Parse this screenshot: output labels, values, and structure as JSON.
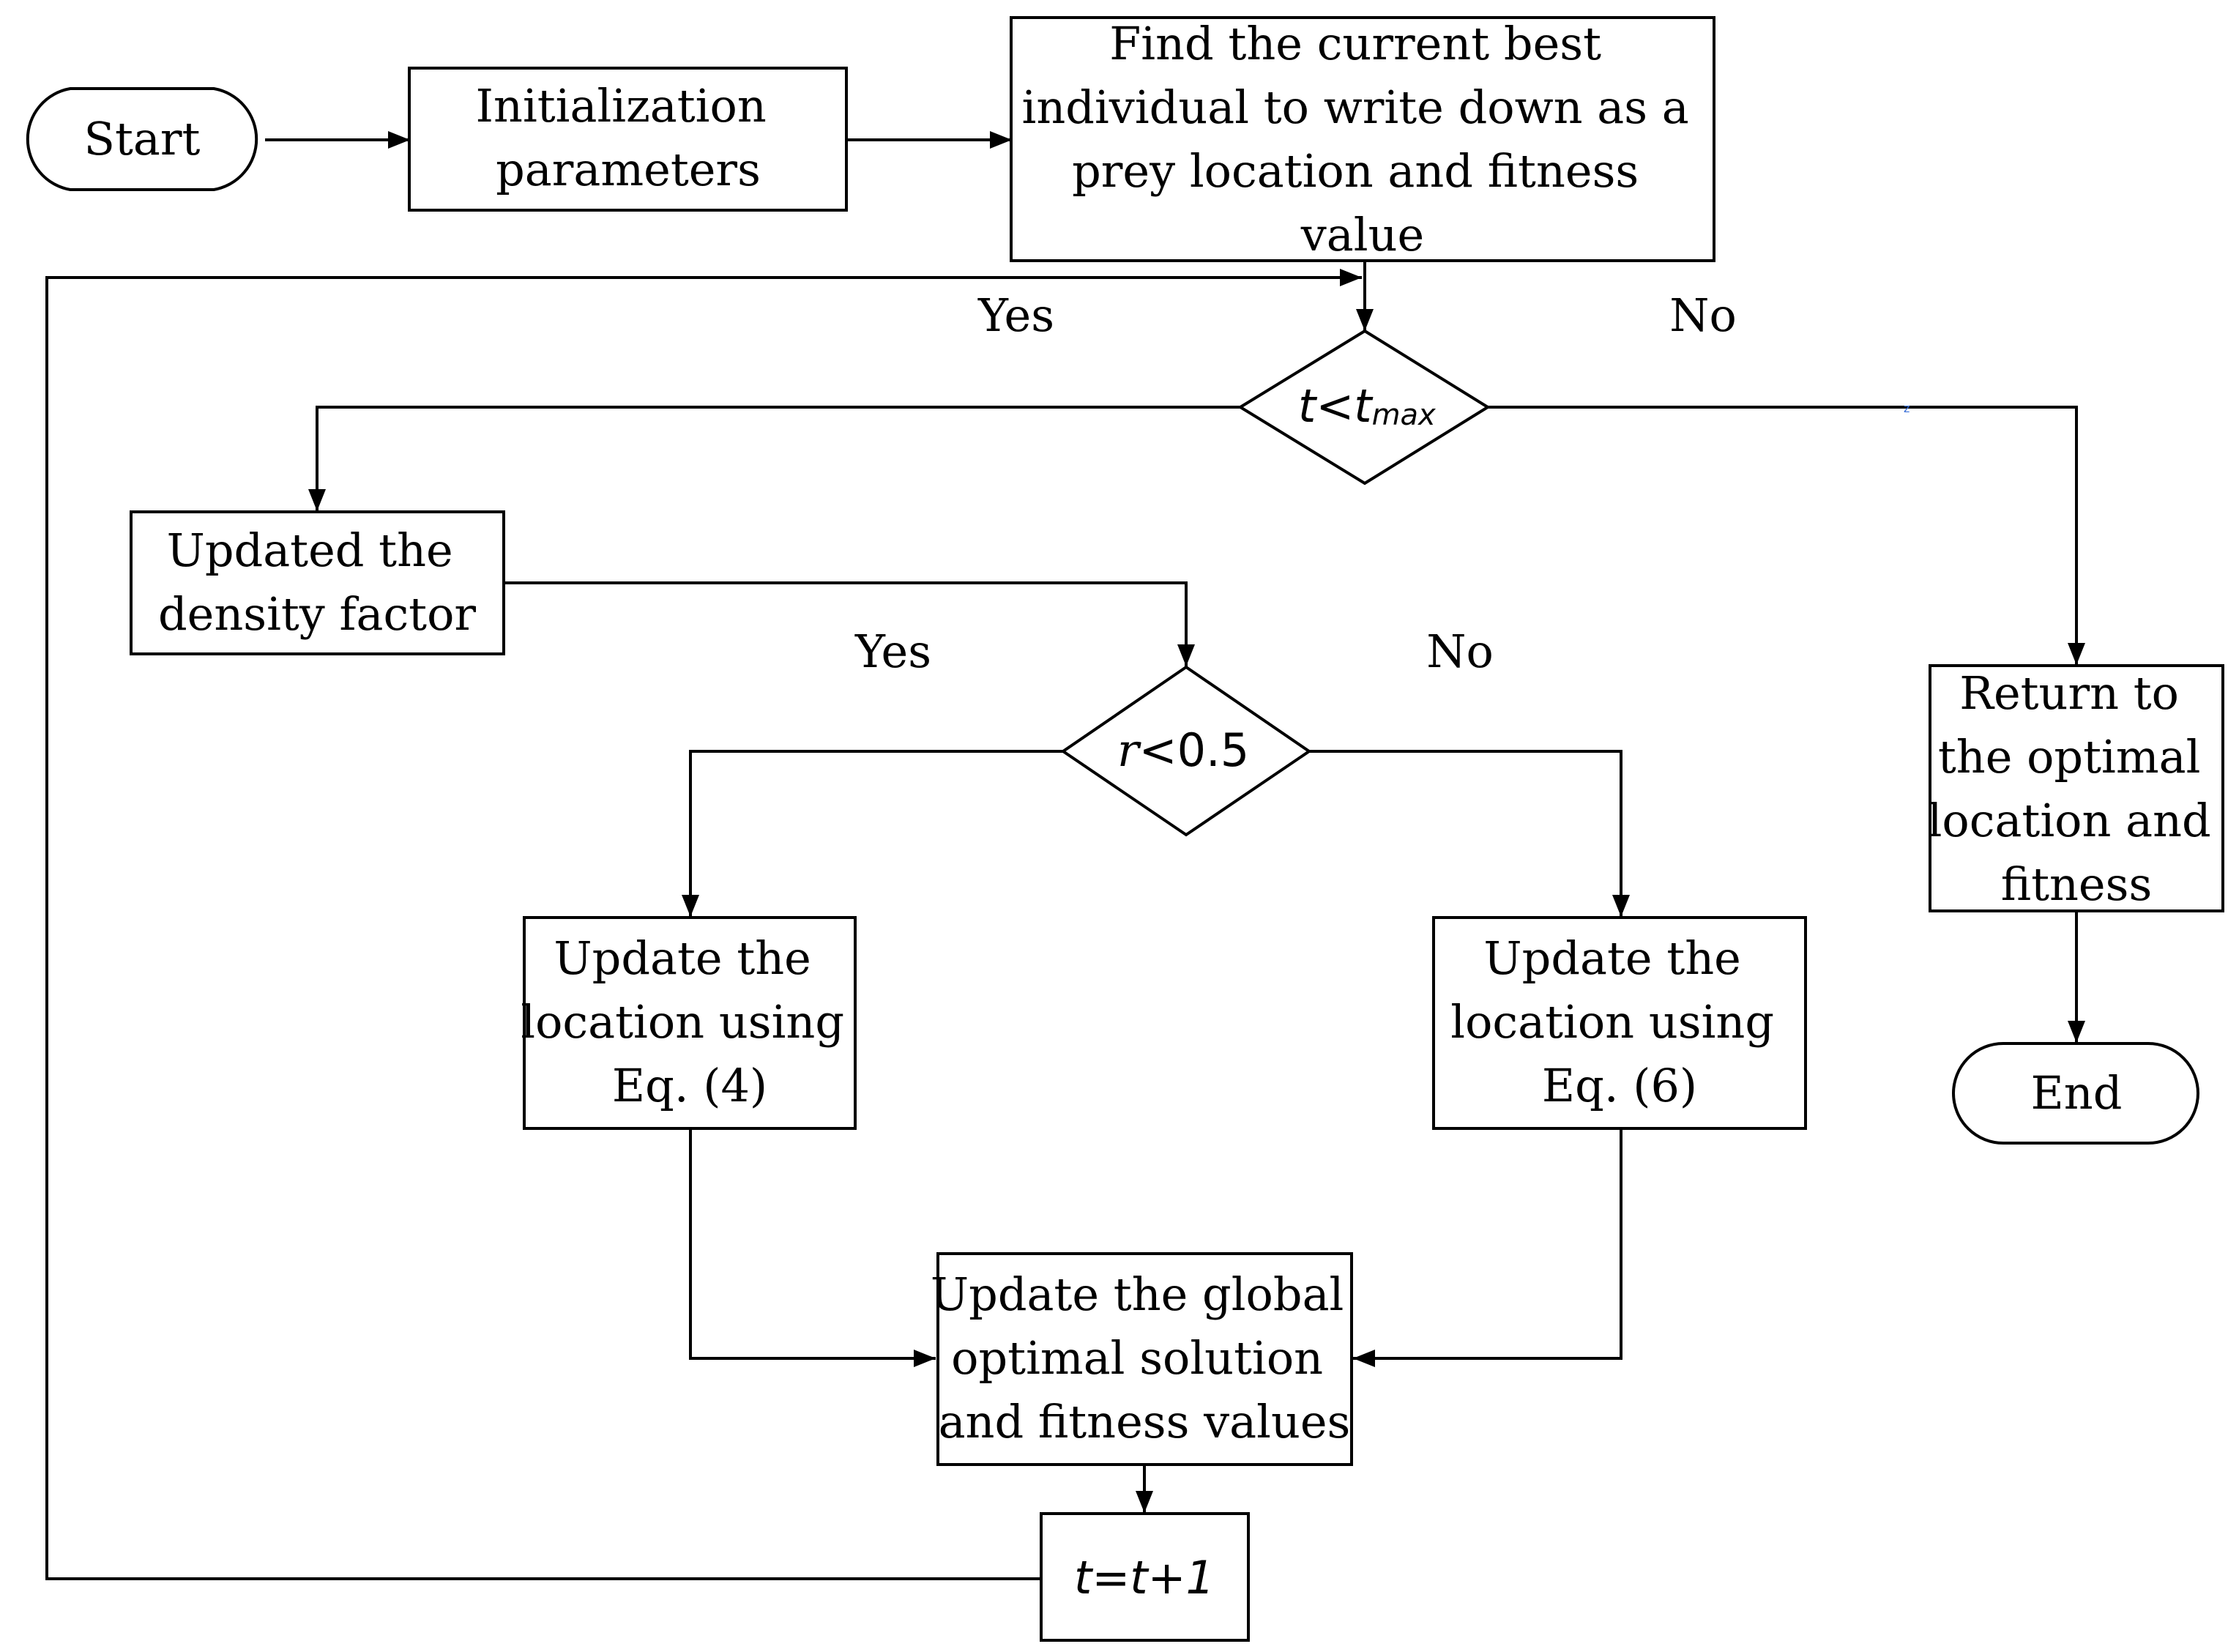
{
  "nodes": {
    "start": "Start",
    "init": [
      "Initialization",
      "parameters"
    ],
    "find_best": [
      "Find the current best",
      "individual to write down as a",
      "prey location  and fitness",
      "value"
    ],
    "cond_tmax": {
      "t": "t",
      "lt": "<",
      "tsub": "t",
      "max": "max"
    },
    "density": [
      "Updated  the",
      "density factor"
    ],
    "cond_r": {
      "r": "r",
      "rest": "<0.5"
    },
    "update_eq4": [
      "Update the",
      "location using",
      "Eq. (4)"
    ],
    "update_eq6": [
      "Update the",
      "location using",
      "Eq. (6)"
    ],
    "global": [
      "Update the global",
      "optimal solution",
      "and fitness values"
    ],
    "increment": "t=t+1",
    "return_opt": [
      "Return to",
      "the optimal",
      "location and",
      "fitness"
    ],
    "end": "End"
  },
  "edge_labels": {
    "tmax_yes": "Yes",
    "tmax_no": "No",
    "r_yes": "Yes",
    "r_no": "No",
    "stray_mark": "z"
  }
}
